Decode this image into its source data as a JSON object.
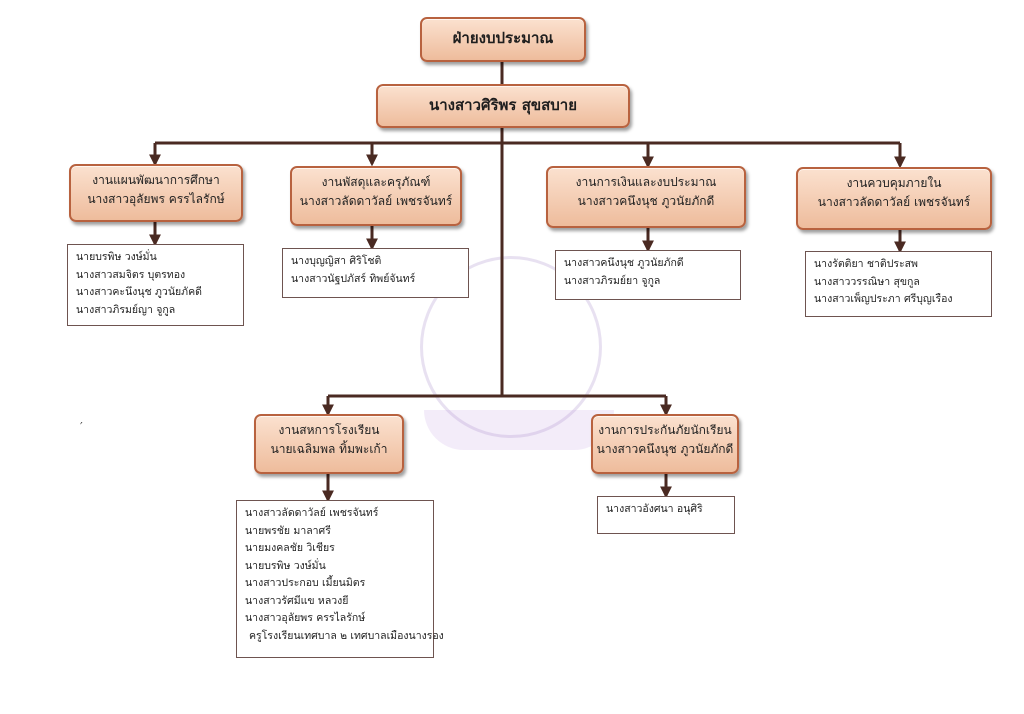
{
  "root": {
    "title": "ฝ่ายงบประมาณ"
  },
  "head": {
    "name": "นางสาวศิริพร สุขสบาย"
  },
  "units": [
    {
      "title": "งานแผนพัฒนาการศึกษา",
      "leader": "นางสาวอุลัยพร ครรไลรักษ์",
      "members": [
        "นายบรพิษ วงษ์มั่น",
        "นางสาวสมจิตร บุตรทอง",
        "นางสาวคะนึงนุช ภูวนัยภัคดี",
        "นางสาวภิรมย์ญา จูกูล"
      ]
    },
    {
      "title": "งานพัสดุและครุภัณฑ์",
      "leader": "นางสาวลัดดาวัลย์ เพชรจันทร์",
      "members": [
        "นางบุญญิสา ศิริโชติ",
        "นางสาวนัฐปภัสร์ ทิพย์จันทร์"
      ]
    },
    {
      "title": "งานการเงินและงบประมาณ",
      "leader": "นางสาวคนึงนุช ภูวนัยภักดี",
      "members": [
        "นางสาวคนึงนุช ภูวนัยภักดี",
        "นางสาวภิรมย์ยา จูกูล"
      ]
    },
    {
      "title": "งานควบคุมภายใน",
      "leader": "นางสาวลัดดาวัลย์ เพชรจันทร์",
      "members": [
        "นางรัตติยา ชาติประสพ",
        "นางสาววรรณิษา สุขกูล",
        "นางสาวเพ็ญประภา ศรีบุญเรือง"
      ]
    },
    {
      "title": "งานสหการโรงเรียน",
      "leader": "นายเฉลิมพล ทิ้มพะเก้า",
      "members": [
        "นางสาวลัดดาวัลย์ เพชรจันทร์",
        "นายพรชัย มาลาศรี",
        "นายมงคลชัย วิเชียร",
        "นายบรพิษ วงษ์มั่น",
        "นางสาวประกอบ เมี้ยนมิตร",
        "นางสาวรัศมีแข หลวงยี",
        "นางสาวอุลัยพร ครรไลรักษ์",
        "ครูโรงเรียนเทศบาล ๒ เทศบาลเมืองนางรอง"
      ]
    },
    {
      "title": "งานการประกันภัยนักเรียน",
      "leader": "นางสาวคนึงนุช ภูวนัยภักดี",
      "members": [
        "นางสาวอังศนา อนุศิริ"
      ]
    }
  ],
  "stray_mark": "′",
  "colors": {
    "box_fill": "#f3c9ac",
    "box_border": "#b8623f",
    "connector": "#4a2a22"
  }
}
